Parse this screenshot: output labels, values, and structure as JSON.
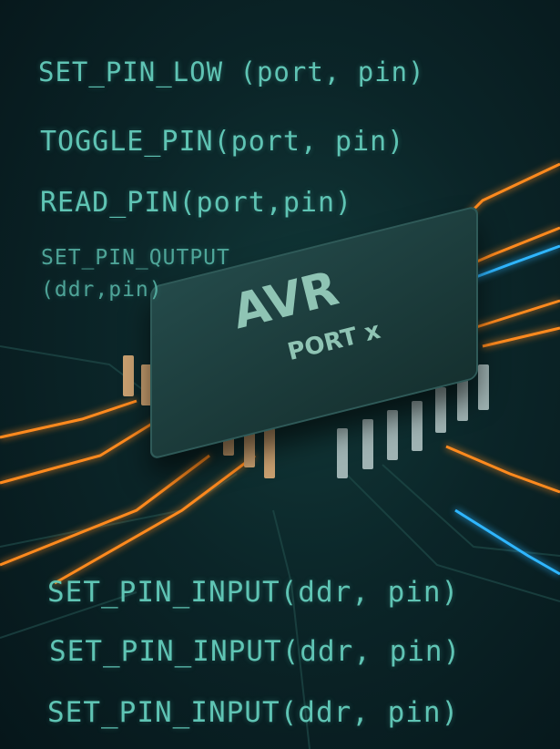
{
  "labels_top": [
    "SET_PIN_LOW  (port, pin)",
    "TOGGLE_PIN(port, pin)",
    "READ_PIN(port,pin)",
    "SET_PIN_QUTPUT",
    "(ddr,pin)"
  ],
  "chip": {
    "title": "AVR",
    "subtitle": "PORT x"
  },
  "labels_bottom": [
    "SET_PIN_INPUT(ddr, pin)",
    "SET_PIN_INPUT(ddr, pin)",
    "SET_PIN_INPUT(ddr, pin)"
  ],
  "colors": {
    "text": "#5fc4b4",
    "orange": "#ff8a1e",
    "blue": "#2fb6ff"
  }
}
